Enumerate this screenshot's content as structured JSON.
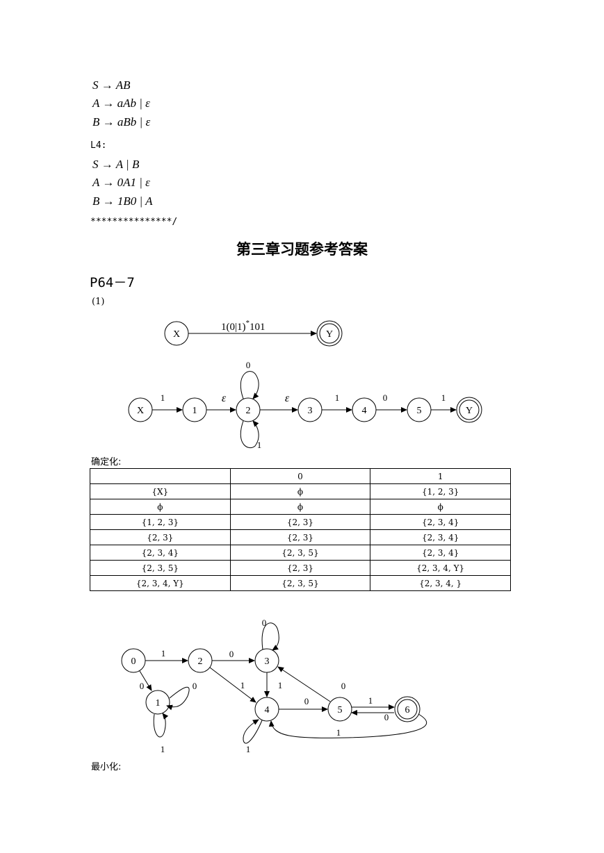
{
  "grammar1": {
    "lines": [
      "S → AB",
      "A → aAb | ε",
      "B → aBb | ε"
    ]
  },
  "l4": {
    "label": "L4:",
    "lines": [
      "S → A | B",
      "A → 0A1 | ε",
      "B → 1B0 | A"
    ]
  },
  "comment_end": "***************/",
  "chapter_title": "第三章习题参考答案",
  "problem": "P64－7",
  "part": "(1)",
  "nfa1": {
    "states": [
      "X",
      "Y"
    ],
    "edge_label": "1(0|1)",
    "edge_sup": "*",
    "edge_suffix": "101"
  },
  "nfa2": {
    "states": [
      "X",
      "1",
      "2",
      "3",
      "4",
      "5",
      "Y"
    ],
    "labels": [
      "1",
      "ε",
      "ε",
      "1",
      "0",
      "1"
    ],
    "loop_top": "0",
    "loop_bottom": "1"
  },
  "determinize_label": "确定化:",
  "dfa_table": {
    "header": [
      "",
      "0",
      "1"
    ],
    "rows": [
      [
        "{X}",
        "ϕ",
        "{1, 2, 3}"
      ],
      [
        "ϕ",
        "ϕ",
        "ϕ"
      ],
      [
        "{1, 2, 3}",
        "{2, 3}",
        "{2, 3, 4}"
      ],
      [
        "{2, 3}",
        "{2, 3}",
        "{2, 3, 4}"
      ],
      [
        "{2, 3, 4}",
        "{2, 3, 5}",
        "{2, 3, 4}"
      ],
      [
        "{2, 3, 5}",
        "{2, 3}",
        "{2, 3, 4, Y}"
      ],
      [
        "{2, 3, 4, Y}",
        "{2, 3, 5}",
        "{2, 3, 4, }"
      ]
    ]
  },
  "dfa_graph": {
    "states": [
      "0",
      "1",
      "2",
      "3",
      "4",
      "5",
      "6"
    ],
    "labels": {
      "e02": "1",
      "e01": "0",
      "e1loop_top": "0",
      "e1loop_bottom": "1",
      "e23": "0",
      "e3loop": "0",
      "e24": "1",
      "e34": "1",
      "e45": "0",
      "e53": "0",
      "e56": "1",
      "e65": "0",
      "e64": "1",
      "e4loop": "1"
    }
  },
  "minimize_label": "最小化:"
}
